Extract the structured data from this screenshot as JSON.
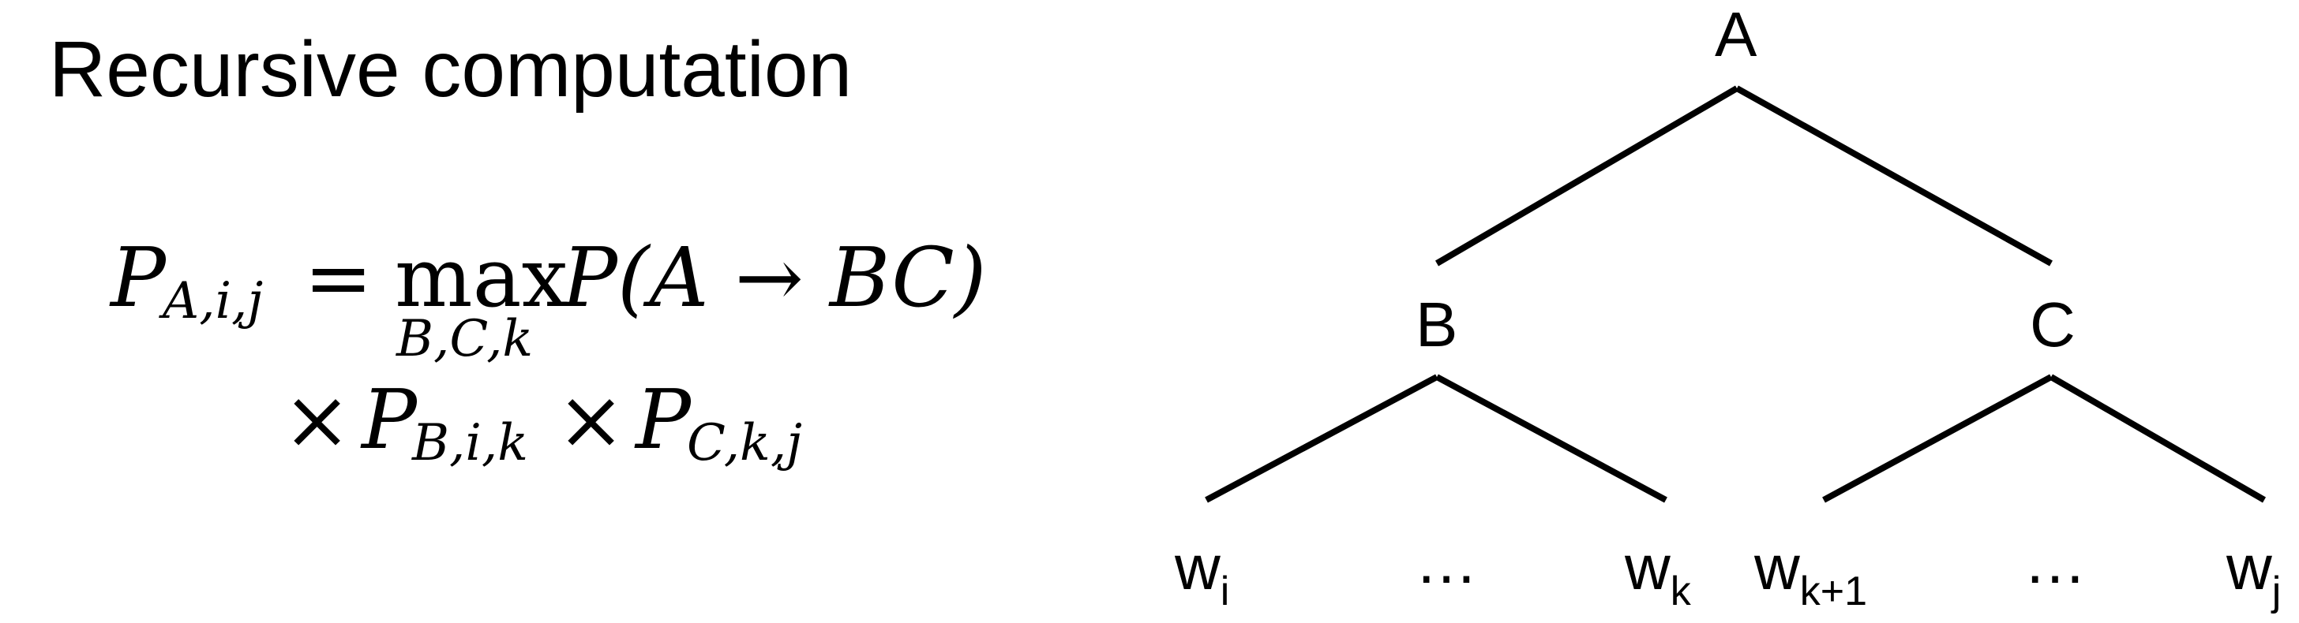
{
  "title": "Recursive computation",
  "formula": {
    "lhs_symbol": "P",
    "lhs_subscript": "A,i,j",
    "equals": "=",
    "operator": "max",
    "operator_subscript": "B,C,k",
    "term": "P(A → BC)",
    "times_1": "×",
    "factor_1_symbol": "P",
    "factor_1_subscript": "B,i,k",
    "times_2": "×",
    "factor_2_symbol": "P",
    "factor_2_subscript": "C,k,j"
  },
  "tree": {
    "root": "A",
    "left_child": "B",
    "right_child": "C",
    "leaves": [
      {
        "base": "w",
        "sub": "i"
      },
      {
        "base": "…",
        "sub": ""
      },
      {
        "base": "w",
        "sub": "k"
      },
      {
        "base": "w",
        "sub": "k+1"
      },
      {
        "base": "…",
        "sub": ""
      },
      {
        "base": "w",
        "sub": "j"
      }
    ]
  }
}
